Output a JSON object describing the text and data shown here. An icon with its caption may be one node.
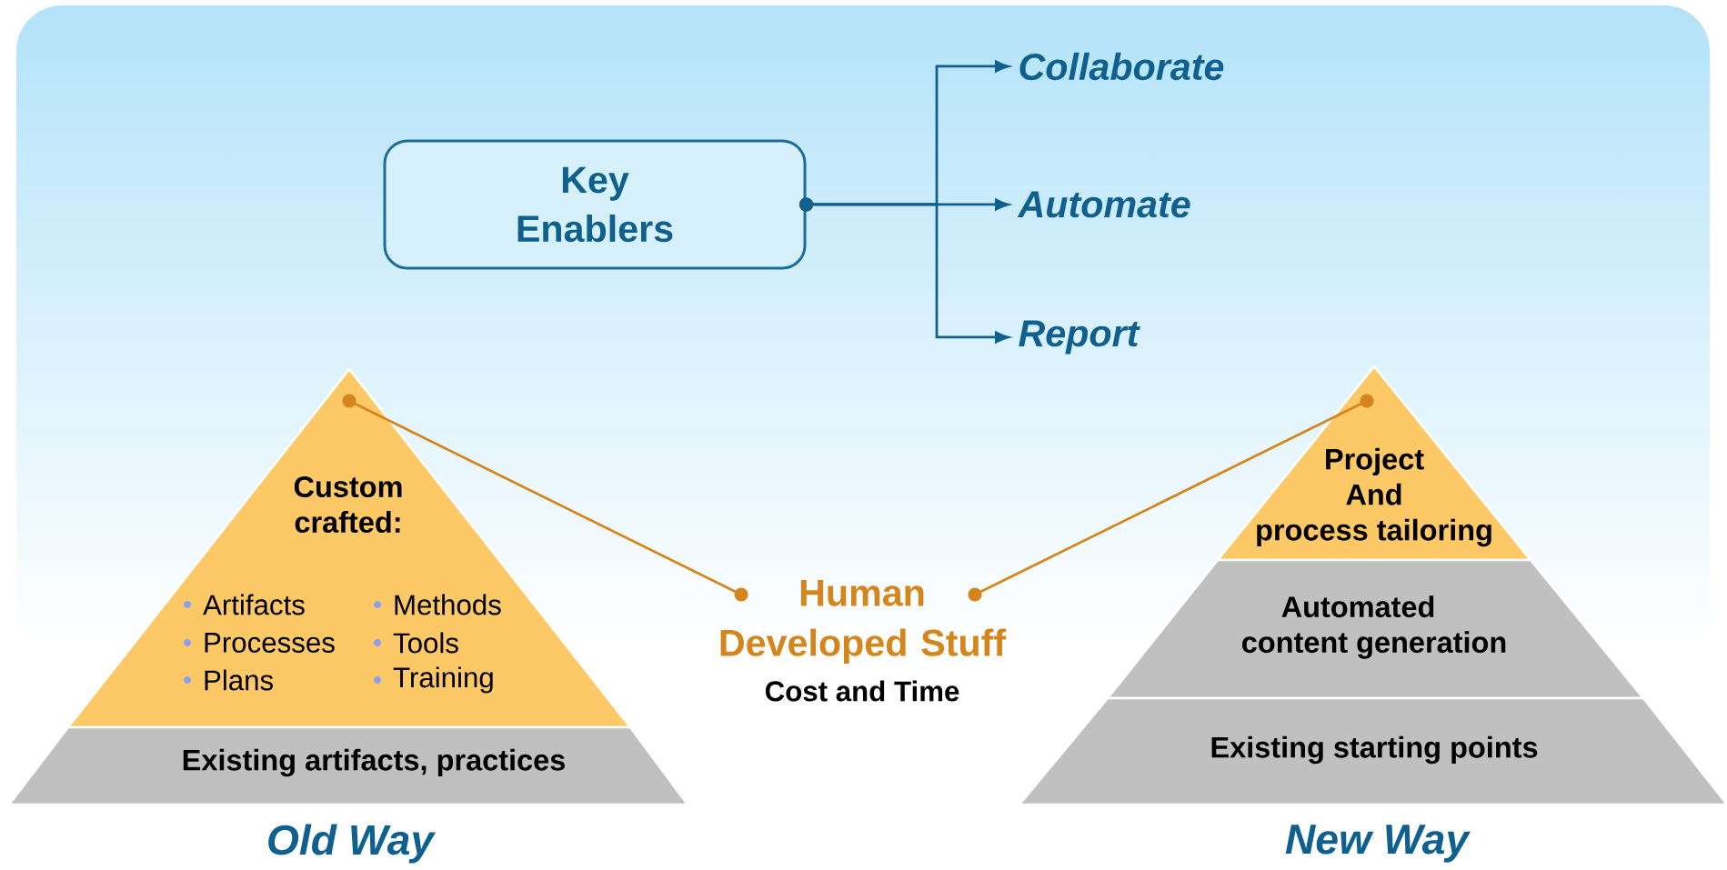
{
  "diagram": {
    "nodes": [
      {
        "text": [
          "Key Enablers"
        ]
      },
      {
        "text": [
          "Collaborate"
        ]
      },
      {
        "text": [
          "Automate"
        ]
      },
      {
        "text": [
          "Report"
        ]
      },
      {
        "text": [
          "Custom crafted:",
          "Artifacts",
          "Processes",
          "Plans",
          "Methods",
          "Tools",
          "Training"
        ]
      },
      {
        "text": [
          "Existing artifacts, practices"
        ]
      },
      {
        "text": [
          "Human Developed Stuff",
          "Cost and Time"
        ]
      },
      {
        "text": [
          "Project And process tailoring"
        ]
      },
      {
        "text": [
          "Automated content generation"
        ]
      },
      {
        "text": [
          "Existing starting points"
        ]
      }
    ],
    "edges": [
      {
        "from": 0,
        "to": 1,
        "arrow": "to"
      },
      {
        "from": 0,
        "to": 2,
        "arrow": "to"
      },
      {
        "from": 0,
        "to": 3,
        "arrow": "to"
      },
      {
        "from": 6,
        "to": 4,
        "arrow": "other",
        "color": "#d4861c"
      },
      {
        "from": 6,
        "to": 7,
        "arrow": "other",
        "color": "#d4861c"
      }
    ],
    "labels": [
      "Old Way",
      "New Way"
    ]
  }
}
